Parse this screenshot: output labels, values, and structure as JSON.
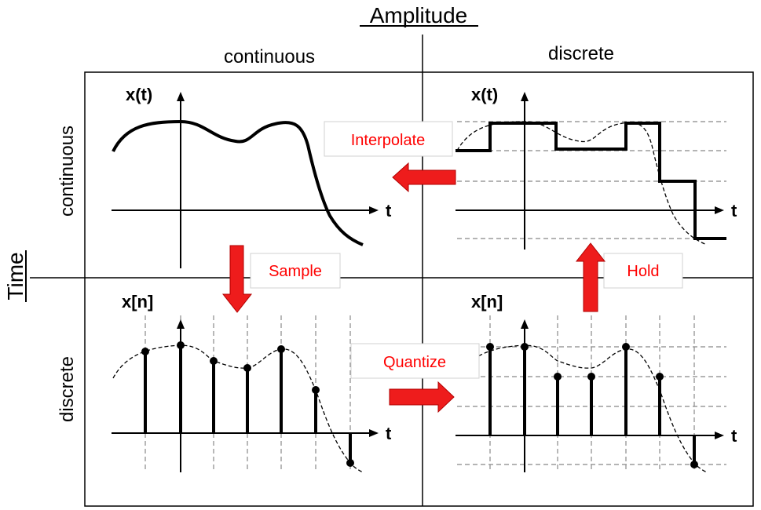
{
  "amplitude_label": "Amplitude",
  "time_label": "Time",
  "columns": {
    "left": "continuous",
    "right": "discrete"
  },
  "rows": {
    "top": "continuous",
    "bottom": "discrete"
  },
  "panels": {
    "cc": {
      "ylabel": "x(t)",
      "xlabel": "t"
    },
    "cd": {
      "ylabel": "x(t)",
      "xlabel": "t"
    },
    "dc": {
      "ylabel": "x[n]",
      "xlabel": "t"
    },
    "dd": {
      "ylabel": "x[n]",
      "xlabel": "t"
    }
  },
  "operations": {
    "interpolate": "Interpolate",
    "sample": "Sample",
    "quantize": "Quantize",
    "hold": "Hold"
  },
  "colors": {
    "arrow": "#ee1c1c",
    "op_text": "#ff0000"
  }
}
